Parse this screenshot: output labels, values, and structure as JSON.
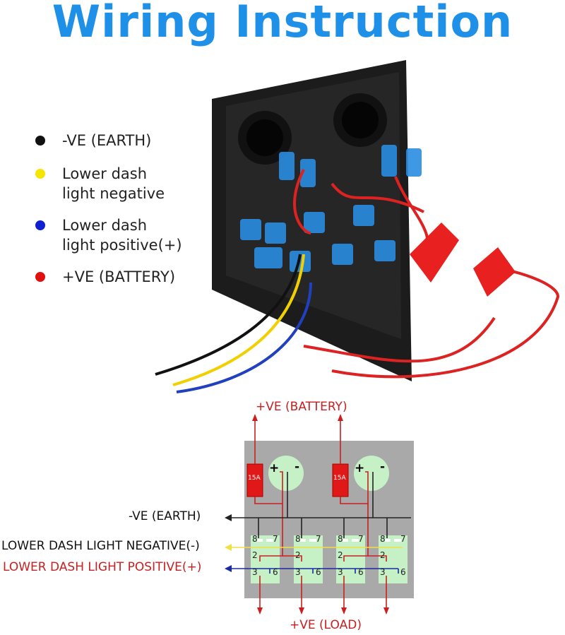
{
  "title": "Wiring Instruction",
  "legend": [
    {
      "label_line1": "-VE (EARTH)",
      "label_line2": "",
      "color": "#111111"
    },
    {
      "label_line1": "Lower dash",
      "label_line2": "light negative",
      "color": "#f5e600"
    },
    {
      "label_line1": "Lower dash",
      "label_line2": "light positive(+)",
      "color": "#1020d0"
    },
    {
      "label_line1": "+VE (BATTERY)",
      "label_line2": "",
      "color": "#e01010"
    }
  ],
  "diagram": {
    "battery_label": "+VE (BATTERY)",
    "load_label": "+VE (LOAD)",
    "earth_label": "-VE (EARTH)",
    "negative_label": "LOWER DASH LIGHT NEGATIVE(-)",
    "positive_label": "LOWER DASH LIGHT POSITIVE(+)",
    "fuse_label": "15A",
    "socket_plus": "+",
    "socket_minus": "-",
    "pins": [
      "8",
      "7",
      "2",
      "3",
      "6"
    ],
    "colors": {
      "panel": "#a9a9a9",
      "green": "#c6f0c6",
      "red": "#d62020",
      "earth": "#222222",
      "yellow": "#f0e040",
      "blue": "#1a2aa0"
    }
  }
}
